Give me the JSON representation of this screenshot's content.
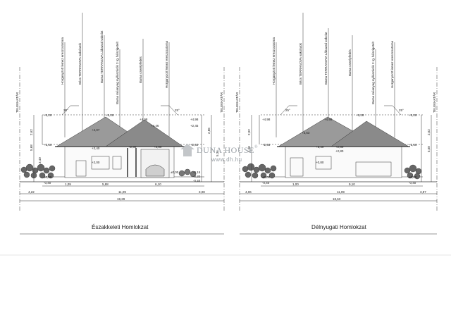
{
  "colors": {
    "line": "#333333",
    "roof": "#8a8a8a",
    "hedge": "#555555",
    "watermark": "#9aa0a6"
  },
  "elevations": [
    {
      "caption": "Északkeleti Homlokzat",
      "boundary_label": "TELEKHATÁR",
      "callouts": [
        "Horganyzott lemez ereszcsatorna",
        "Bézs TERRANOVA vakolatok",
        "Barna TERRANOVA Lábazati vakolat",
        "Barna műanyag nyílászárók 3 rg. hőszigetelt",
        "Barna cserépfedés",
        "Horganyzott lemez ereszcsatorna"
      ],
      "roof_pitch": "25°",
      "levels_left": [
        "+5,28",
        "+2,66",
        "±0,00",
        "-0,40"
      ],
      "levels_center": [
        "+4,07",
        "+2,40",
        "+2,00",
        "+5,28",
        "+4,98",
        "+4,46",
        "+2,60"
      ],
      "levels_right": [
        "+4,98",
        "+2,45",
        "+2,60",
        "+2,80",
        "±0,00",
        "-0,15",
        "-0,30",
        "-0,40"
      ],
      "heights": [
        "2,62",
        "5,68",
        "3,40",
        "2,86",
        "5,34"
      ],
      "dims_row1": [
        "1,09",
        "5,88",
        "6,10"
      ],
      "dims_row2": [
        "4,22",
        "11,09",
        "3,08"
      ],
      "dims_total": "19,29"
    },
    {
      "caption": "Délnyugati Homlokzat",
      "boundary_label": "TELEKHATÁR",
      "callouts": [
        "Horganyzott lemez ereszcsatorna",
        "Bézs TERRANOVA vakolatok",
        "Barna TERRANOVA Lábazati vakolat",
        "Barna cserépfedés",
        "Barna műanyag nyílászárók 3 rg. hőszigetelt",
        "Horganyzott lemez ereszcsatorna"
      ],
      "roof_pitch": "25°",
      "levels_left": [
        "+4,98",
        "+2,66",
        "±0,00",
        "-0,40"
      ],
      "levels_center": [
        "+4,98",
        "+5,28",
        "+3,63",
        "+2,40",
        "+2,60",
        "+0,80"
      ],
      "levels_right": [
        "+5,28",
        "+2,66",
        "+2,80",
        "±0,00",
        "-0,40"
      ],
      "heights": [
        "2,02",
        "5,68",
        "2,62",
        "5,68"
      ],
      "dims_row1": [
        "1,00",
        "9,10"
      ],
      "dims_row2": [
        "4,06",
        "11,09",
        "3,97"
      ],
      "dims_total": "18,63"
    }
  ],
  "watermark": {
    "brand": "DUNA HOUSE",
    "registered": "®",
    "url": "www.dh.hu"
  }
}
